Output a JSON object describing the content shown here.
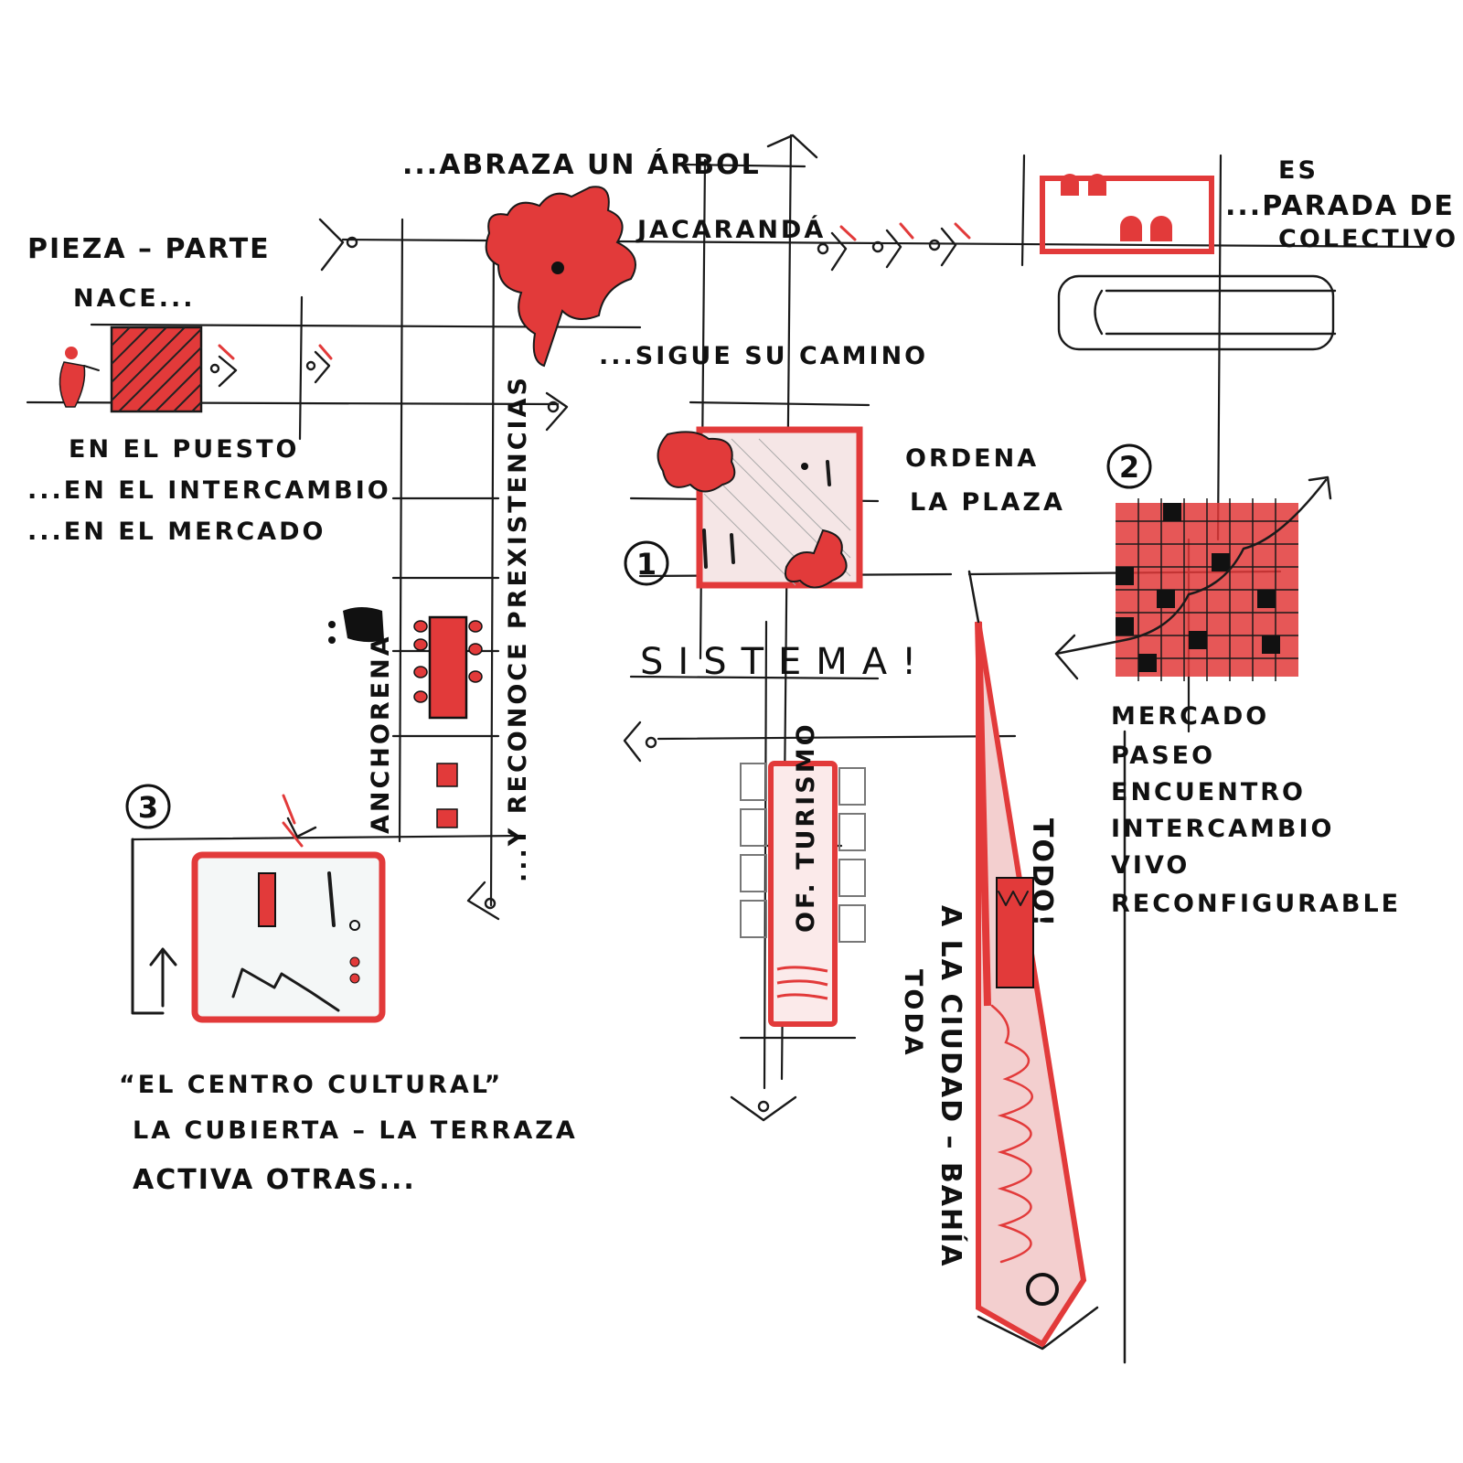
{
  "colors": {
    "ink": "#1a1a1a",
    "accent_red": "#e23a3a",
    "paper": "#ffffff"
  },
  "labels": {
    "pieza_parte": "Pieza – Parte",
    "nace": "Nace...",
    "en_el_puesto": "En el puesto",
    "en_el_intercambio": "...En el intercambio",
    "en_el_mercado": "...En el mercado",
    "abraza_un_arbol": "...Abraza un árbol",
    "jacaranda": "Jacarandá",
    "sigue_su_camino": "...Sigue su camino",
    "es": "Es",
    "parada_de": "...Parada de",
    "colectivo": "Colectivo",
    "ordena": "Ordena",
    "la_plaza": "La plaza",
    "sistema": "Sistema!",
    "anchorena": "Anchorena",
    "reconoce": "...y reconoce prexistencias",
    "of_turismo": "Of. Turismo",
    "todo": "Todo!",
    "a_la_ciudad": "A la ciudad – Bahía",
    "toda": "Toda",
    "centro_cultural": "“El centro cultural”",
    "cubierta_terraza": "La cubierta – La terraza",
    "activa_otras": "Activa otras...",
    "mercado_list": [
      "Mercado",
      "Paseo",
      "Encuentro",
      "Intercambio",
      "Vivo",
      "Reconfigurable"
    ]
  },
  "markers": {
    "one": "1",
    "two": "2",
    "three": "3"
  },
  "icons": [
    "person-icon",
    "tree-icon",
    "bus-icon",
    "market-grid-icon",
    "arrow-north-icon",
    "arrow-south-icon"
  ]
}
